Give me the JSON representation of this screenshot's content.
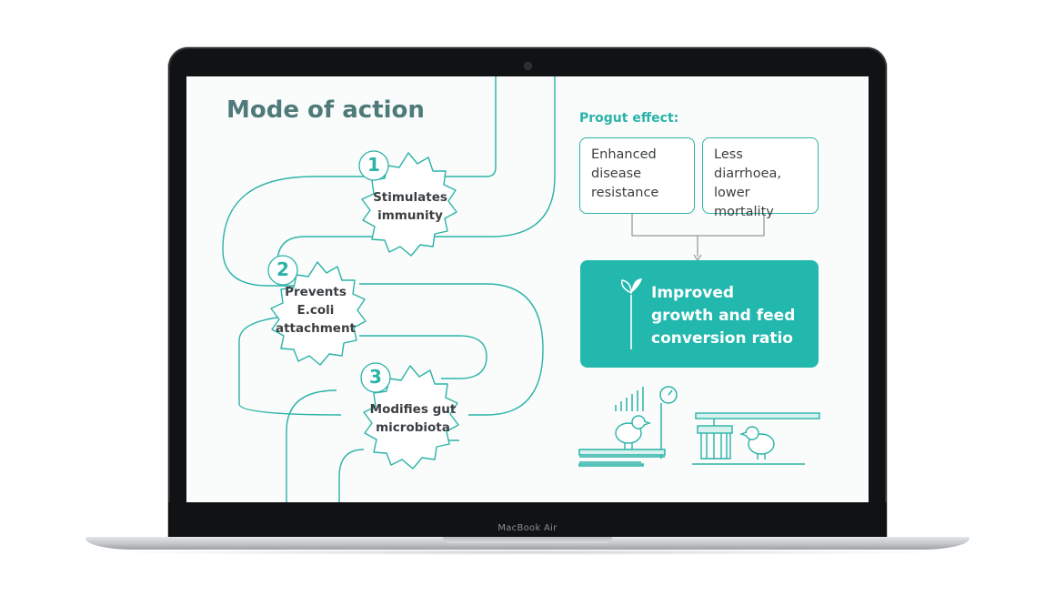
{
  "device": {
    "brand_label": "MacBook Air"
  },
  "slide": {
    "title": "Mode of action",
    "steps": [
      {
        "number": "1",
        "label_lines": [
          "Stimulates",
          "immunity"
        ]
      },
      {
        "number": "2",
        "label_lines": [
          "Prevents",
          "E.coli",
          "attachment"
        ]
      },
      {
        "number": "3",
        "label_lines": [
          "Modifies gut",
          "microbiota"
        ]
      }
    ],
    "effect": {
      "title": "Progut effect:",
      "boxes": [
        {
          "lines": [
            "Enhanced",
            "disease",
            "resistance"
          ]
        },
        {
          "lines": [
            "Less diarrhoea,",
            "lower",
            "mortality"
          ]
        }
      ],
      "result_lines": [
        "Improved",
        "growth and feed",
        "conversion ratio"
      ]
    },
    "colors": {
      "accent": "#2bb3a8",
      "title": "#4e7b7a",
      "result_fill": "#22b8ae"
    },
    "icons": [
      "sprout-icon",
      "bar-chart-icon",
      "scale-gauge-icon",
      "chick-icon",
      "feeder-icon"
    ]
  }
}
